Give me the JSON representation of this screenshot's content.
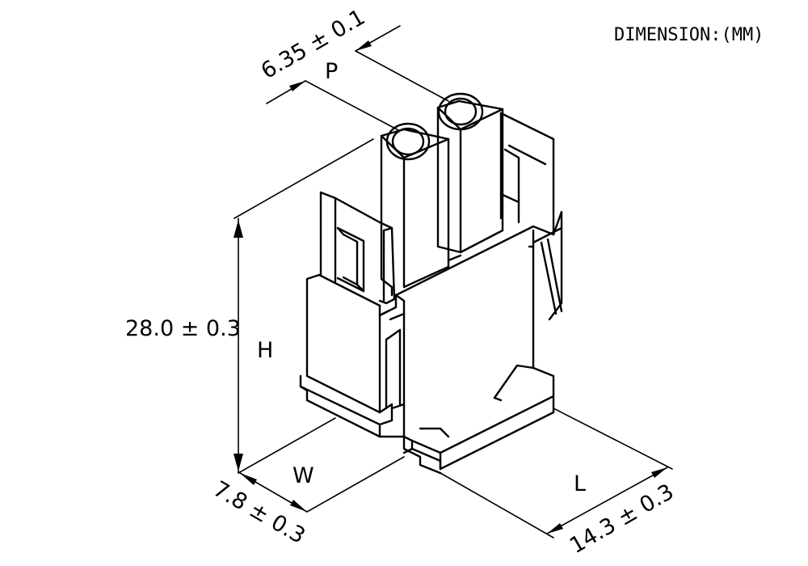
{
  "header": {
    "unit_label": "DIMENSION:(MM)"
  },
  "dimensions": {
    "pitch": {
      "letter": "P",
      "value": "6.35 ± 0.1"
    },
    "height": {
      "letter": "H",
      "value": "28.0 ± 0.3"
    },
    "width": {
      "letter": "W",
      "value": "7.8 ± 0.3"
    },
    "length": {
      "letter": "L",
      "value": "14.3 ± 0.3"
    }
  },
  "colors": {
    "line": "#000000",
    "background": "#ffffff"
  }
}
